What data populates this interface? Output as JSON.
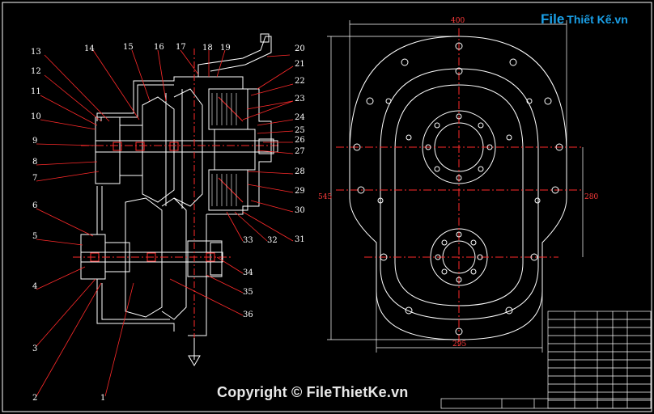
{
  "watermark": {
    "logo_file": "File",
    "logo_rest": "Thiết Kế.vn",
    "copyright": "Copyright © FileThietKe.vn"
  },
  "part_labels_left": [
    "13",
    "12",
    "11",
    "10",
    "9",
    "8",
    "7",
    "6",
    "5",
    "4",
    "3",
    "2",
    "1"
  ],
  "part_labels_top": [
    "14",
    "15",
    "16",
    "17",
    "18",
    "19",
    "20"
  ],
  "part_labels_right": [
    "21",
    "22",
    "23",
    "24",
    "25",
    "26",
    "27",
    "28",
    "29",
    "30",
    "31",
    "32",
    "33",
    "34",
    "35",
    "36"
  ],
  "dimensions": {
    "width_top": "400",
    "height_left": "545",
    "height_right": "280",
    "width_bottom": "295"
  },
  "colors": {
    "outline": "#ffffff",
    "centerline": "#ff2a2a",
    "dimension": "#ff3b3b",
    "accent": "#1aa0e8"
  }
}
